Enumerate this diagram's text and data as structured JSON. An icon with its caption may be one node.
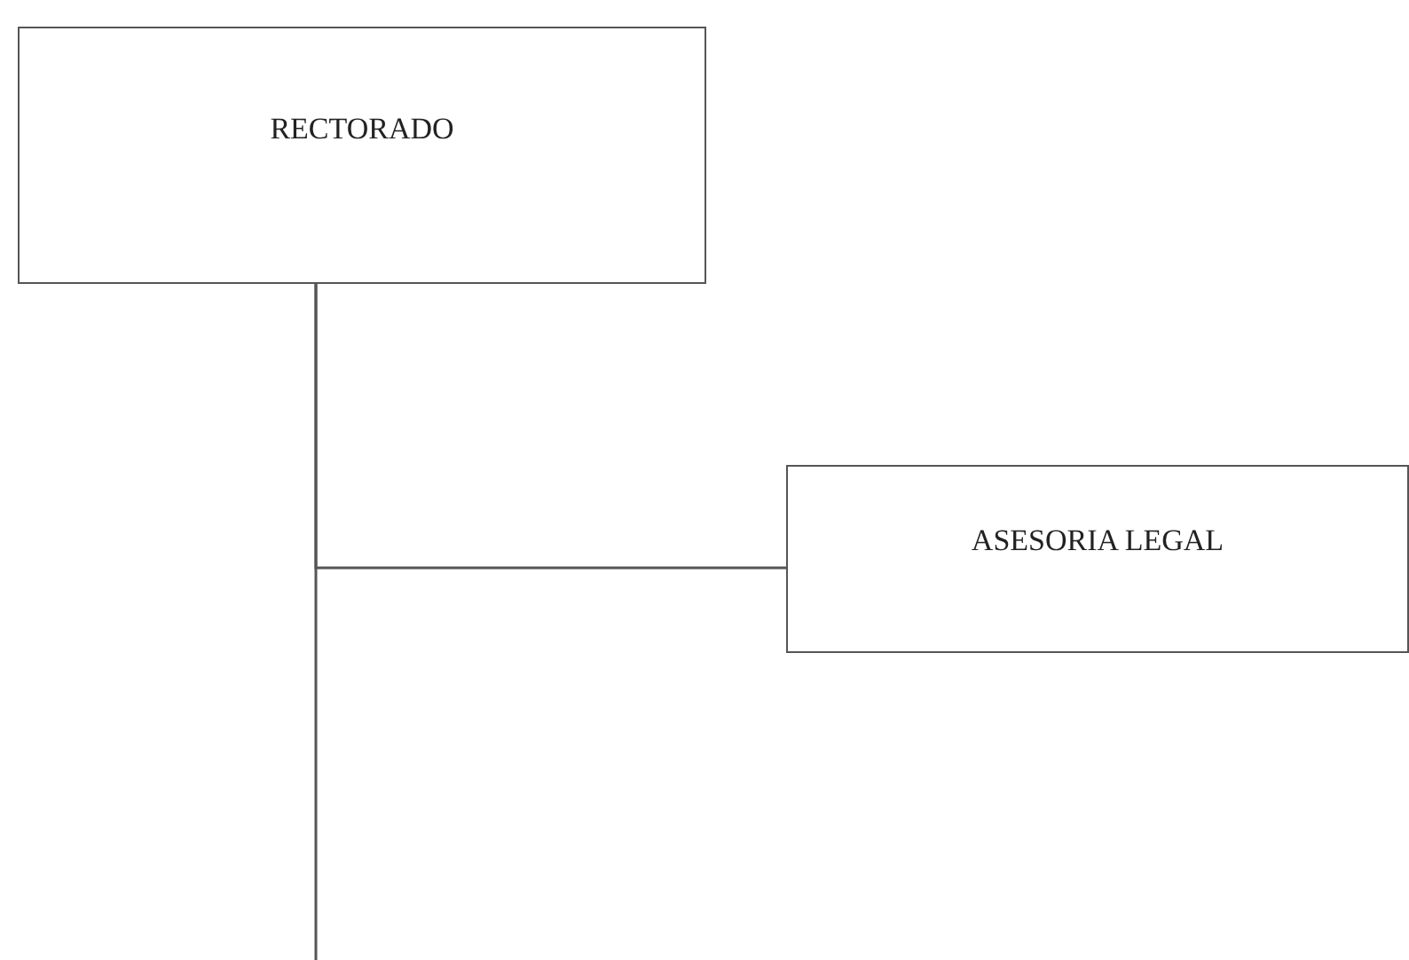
{
  "diagram": {
    "nodes": [
      {
        "text": [
          "RECTORADO"
        ]
      },
      {
        "text": [
          "ASESORIA LEGAL"
        ]
      }
    ],
    "edges": [
      {
        "from": 0,
        "to": 1,
        "arrow": "none"
      },
      {
        "from": 0,
        "to": null,
        "arrow": "none"
      }
    ]
  }
}
